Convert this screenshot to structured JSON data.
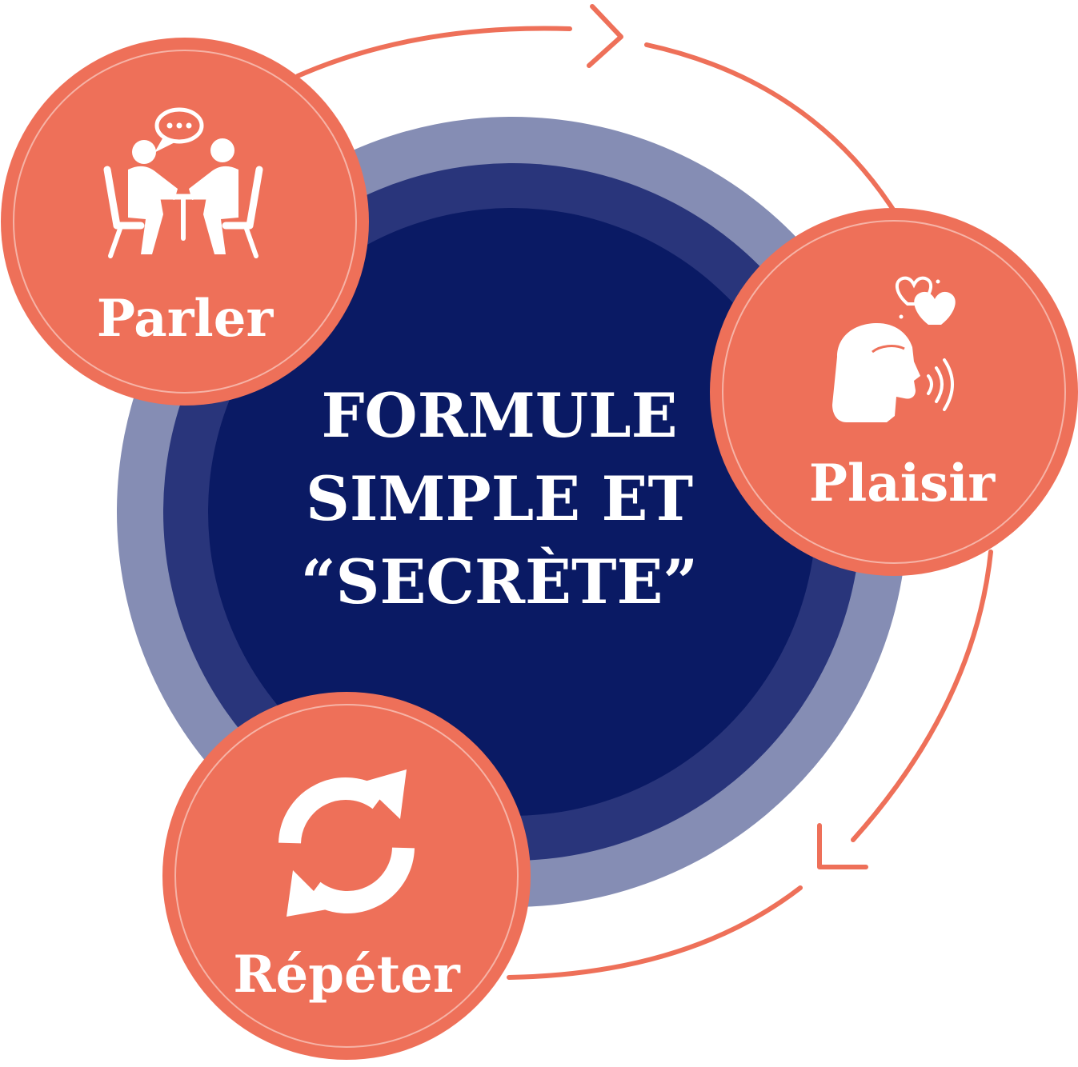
{
  "center": {
    "title_lines": [
      "FORMULE",
      "SIMPLE ET",
      "“SECRÈTE”"
    ],
    "colors": {
      "outer_ring": "#858DB4",
      "middle_ring": "#29357B",
      "core": "#0A1A64",
      "text": "#FFFFFF"
    }
  },
  "steps": [
    {
      "id": "parler",
      "label": "Parler",
      "icon": "conversation-icon"
    },
    {
      "id": "plaisir",
      "label": "Plaisir",
      "icon": "speaking-with-hearts-icon"
    },
    {
      "id": "repeter",
      "label": "Répéter",
      "icon": "refresh-cycle-icon"
    }
  ],
  "colors": {
    "accent": "#EE7059",
    "accent_inner_line": "#F6B3A6",
    "icon_and_label": "#FFFFFF",
    "arrow": "#EE7059"
  }
}
